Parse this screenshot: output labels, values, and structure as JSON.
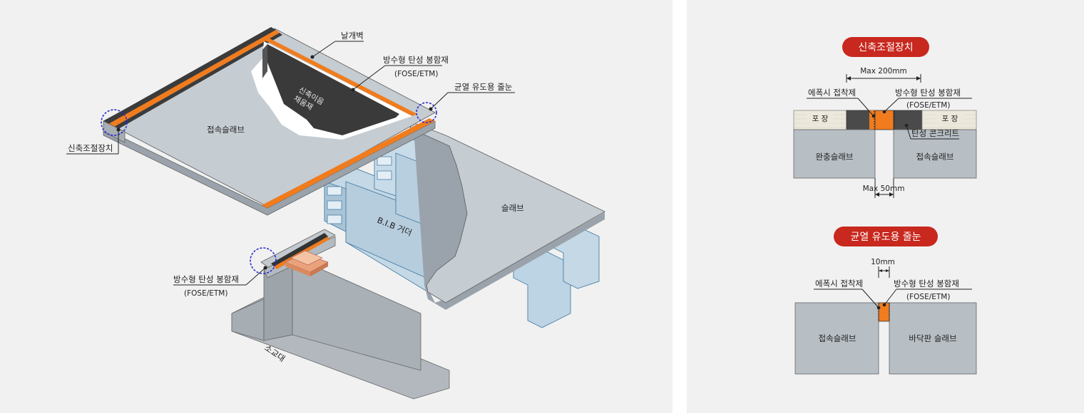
{
  "iso": {
    "parapet": "날개벽",
    "sealant_top": "방수형 탄성 봉함재",
    "sealant_top_sub": "(FOSE/ETM)",
    "crack_groove": "균열 유도용 줄눈",
    "approach_slab": "접속슬래브",
    "expansion_device": "신축조절장치",
    "backfill": "신축이음\n채움재",
    "girder": "B.I.B 거더",
    "slab": "슬래브",
    "sealant_bottom": "방수형 탄성 봉함재",
    "sealant_bottom_sub": "(FOSE/ETM)",
    "abutment": "소교대"
  },
  "detail1": {
    "title": "신축조절장치",
    "max_top": "Max 200mm",
    "epoxy": "에폭시 접착제",
    "sealant": "방수형 탄성 봉함재",
    "sealant_sub": "(FOSE/ETM)",
    "pave_left": "포 장",
    "pave_right": "포 장",
    "elastic_concrete": "탄성 콘크리트",
    "buffer_slab": "완충슬래브",
    "approach_slab": "접속슬래브",
    "max_bottom": "Max 50mm"
  },
  "detail2": {
    "title": "균열 유도용 줄눈",
    "gap": "10mm",
    "epoxy": "에폭시 접착제",
    "sealant": "방수형 탄성 봉함재",
    "sealant_sub": "(FOSE/ETM)",
    "approach_slab": "접속슬래브",
    "deck_slab": "바닥판 슬래브"
  },
  "colors": {
    "panel_bg": "#f1f1f1",
    "slab_top": "#c5ccd2",
    "slab_side": "#9aa3ab",
    "sealant_orange": "#f07c1e",
    "girder_blue": "#bcd4e4",
    "pill_red": "#c8281e",
    "callout_circle": "#2a2ad0"
  }
}
